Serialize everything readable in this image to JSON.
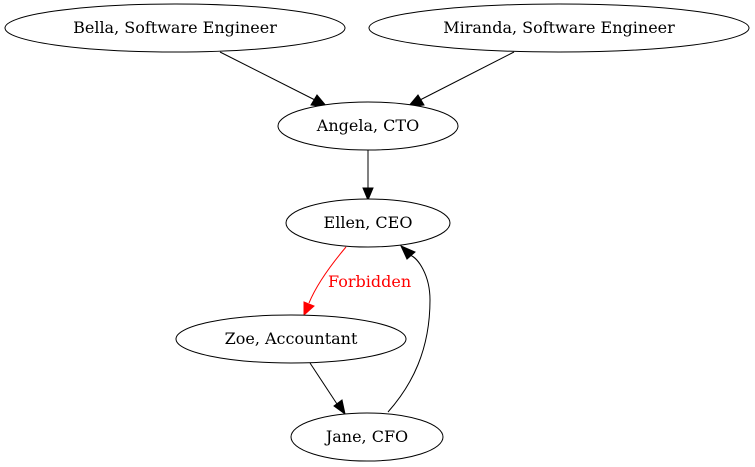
{
  "diagram": {
    "colors": {
      "default": "#000000",
      "forbidden": "#ff0000"
    },
    "nodes": [
      {
        "id": "bella",
        "label": "Bella, Software Engineer"
      },
      {
        "id": "miranda",
        "label": "Miranda, Software Engineer"
      },
      {
        "id": "angela",
        "label": "Angela, CTO"
      },
      {
        "id": "ellen",
        "label": "Ellen, CEO"
      },
      {
        "id": "zoe",
        "label": "Zoe, Accountant"
      },
      {
        "id": "jane",
        "label": "Jane, CFO"
      }
    ],
    "edges": [
      {
        "from": "bella",
        "to": "angela",
        "label": "",
        "style": "default"
      },
      {
        "from": "miranda",
        "to": "angela",
        "label": "",
        "style": "default"
      },
      {
        "from": "angela",
        "to": "ellen",
        "label": "",
        "style": "default"
      },
      {
        "from": "ellen",
        "to": "zoe",
        "label": "Forbidden",
        "style": "forbidden"
      },
      {
        "from": "zoe",
        "to": "jane",
        "label": "",
        "style": "default"
      },
      {
        "from": "jane",
        "to": "ellen",
        "label": "",
        "style": "default"
      }
    ]
  }
}
